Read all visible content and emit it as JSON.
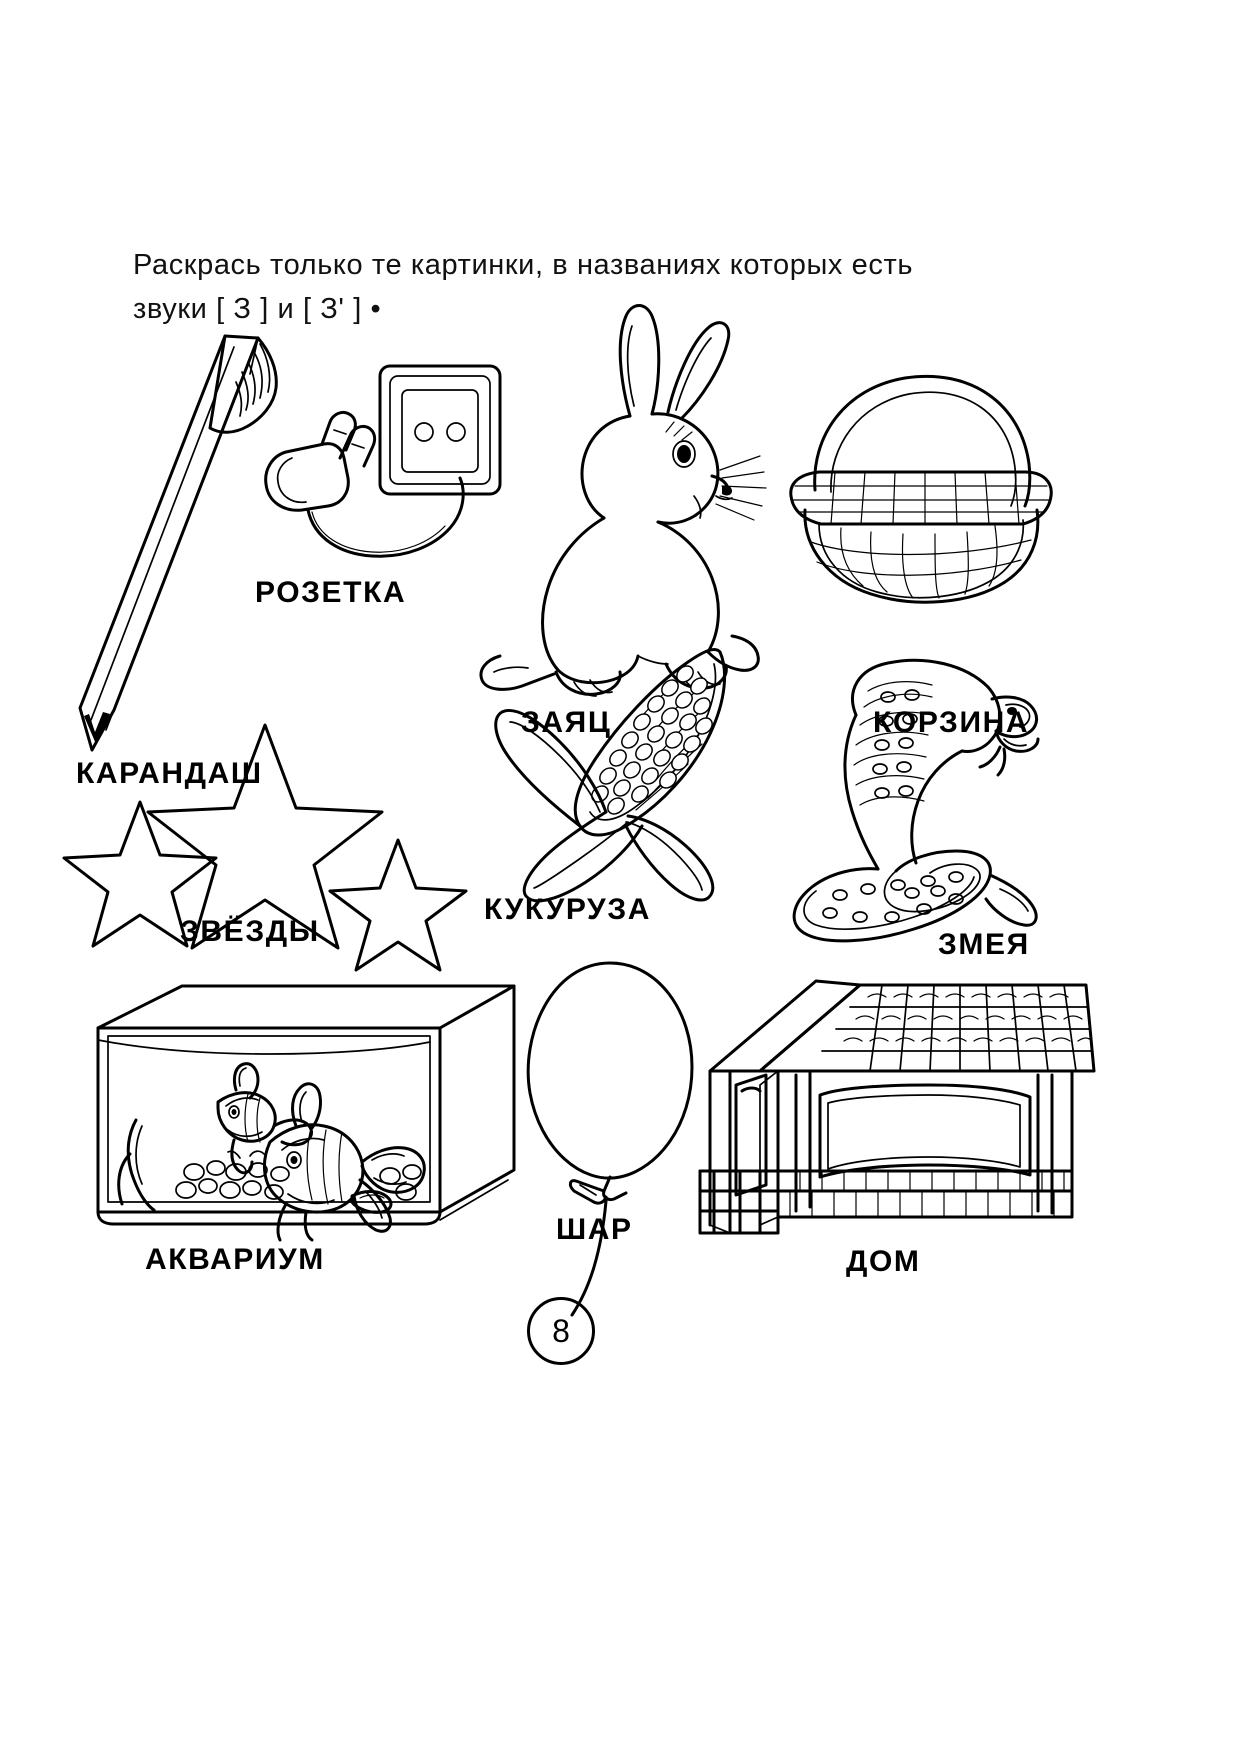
{
  "worksheet": {
    "instruction_line1": "Раскрась только те картинки, в названиях которых есть",
    "instruction_line2": "звуки [ З ]  и   [ З' ] •",
    "page_number": "8"
  },
  "items": [
    {
      "id": "pencil",
      "label": "КАРАНДАШ",
      "icon": "pencil-icon"
    },
    {
      "id": "socket",
      "label": "РОЗЕТКА",
      "icon": "socket-plug-icon"
    },
    {
      "id": "hare",
      "label": "ЗАЯЦ",
      "icon": "hare-icon"
    },
    {
      "id": "basket",
      "label": "КОРЗИНА",
      "icon": "basket-icon"
    },
    {
      "id": "stars",
      "label": "ЗВЁЗДЫ",
      "icon": "stars-icon"
    },
    {
      "id": "corn",
      "label": "КУКУРУЗА",
      "icon": "corn-icon"
    },
    {
      "id": "snake",
      "label": "ЗМЕЯ",
      "icon": "cobra-icon"
    },
    {
      "id": "aquarium",
      "label": "АКВАРИУМ",
      "icon": "aquarium-icon"
    },
    {
      "id": "balloon",
      "label": "ШАР",
      "icon": "balloon-icon"
    },
    {
      "id": "house",
      "label": "ДОМ",
      "icon": "house-icon"
    }
  ],
  "colors": {
    "ink": "#000000",
    "paper": "#ffffff"
  }
}
